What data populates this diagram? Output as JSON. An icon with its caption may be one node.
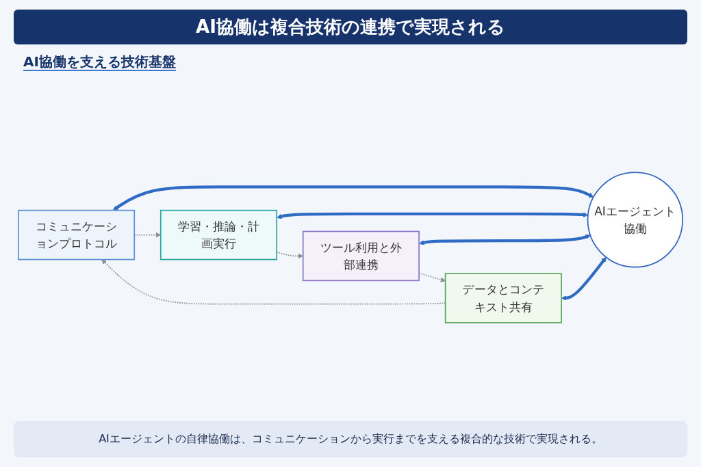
{
  "diagram": {
    "title": "AI協働は複合技術の連携で実現される",
    "caption": "AIエージェントの自律協働は、コミュニケーションから実行までを支える複合的な技術で実現される。",
    "nodes": [
      {
        "text": [
          "コミュニケーションプロトコル"
        ]
      },
      {
        "text": [
          "学習・推論・計画実行"
        ]
      },
      {
        "text": [
          "AIエージェント協働"
        ]
      },
      {
        "text": [
          "データとコンテキスト共有"
        ]
      },
      {
        "text": [
          "ツール利用と外部連携"
        ]
      }
    ],
    "edges": [
      {
        "from": 2,
        "to": 0,
        "arrow": "both",
        "style": "thick"
      },
      {
        "from": 2,
        "to": 1,
        "arrow": "both",
        "style": "thick"
      },
      {
        "from": 2,
        "to": 3,
        "arrow": "both",
        "style": "thick"
      },
      {
        "from": 2,
        "to": 4,
        "arrow": "both",
        "style": "thick"
      },
      {
        "from": 0,
        "to": 1,
        "arrow": "to",
        "style": "dashed",
        "color": "#8a8f98"
      },
      {
        "from": 1,
        "to": 4,
        "arrow": "to",
        "style": "dashed",
        "color": "#8a8f98"
      },
      {
        "from": 4,
        "to": 3,
        "arrow": "to",
        "style": "dashed",
        "color": "#8a8f98"
      },
      {
        "from": 3,
        "to": 0,
        "arrow": "to",
        "style": "dashed",
        "color": "#8a8f98"
      }
    ],
    "labels": [
      "AI協働を支える技術基盤"
    ]
  }
}
